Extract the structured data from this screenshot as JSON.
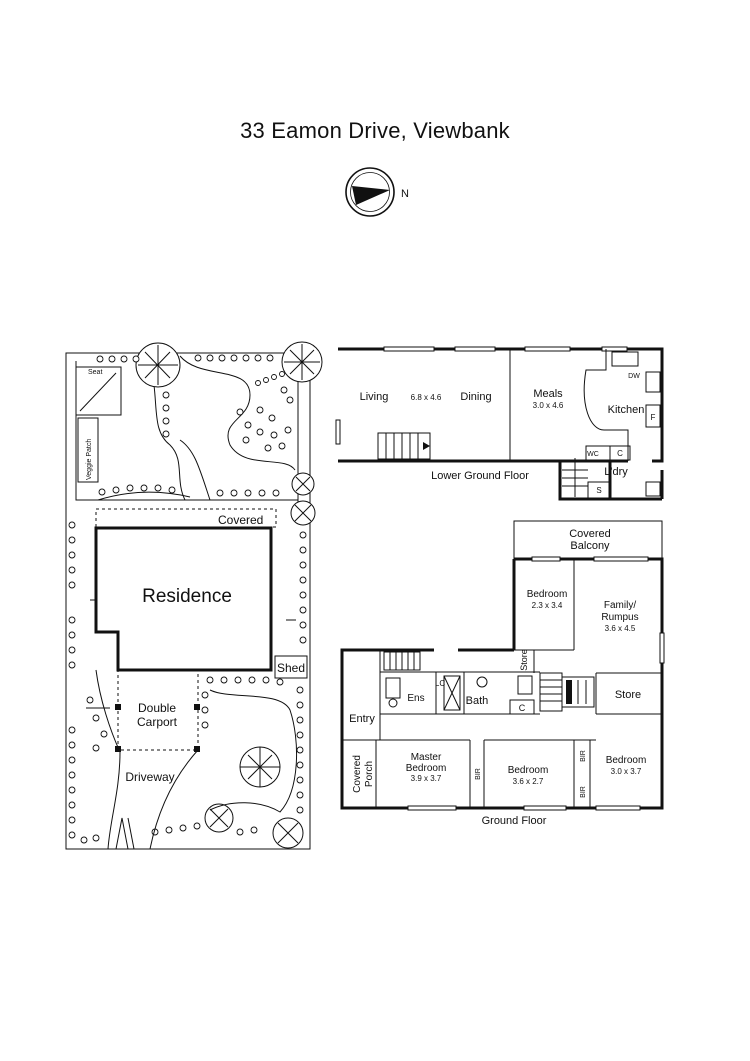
{
  "title": "33 Eamon Drive, Viewbank",
  "compass": {
    "north_label": "N"
  },
  "site_plan": {
    "seat": "Seat",
    "veggie_patch": "Veggie Patch",
    "covered": "Covered",
    "residence": "Residence",
    "shed": "Shed",
    "carport_line1": "Double",
    "carport_line2": "Carport",
    "driveway": "Driveway"
  },
  "lower_ground": {
    "floor_label": "Lower Ground Floor",
    "living": "Living",
    "living_dining_size": "6.8 x 4.6",
    "dining": "Dining",
    "meals": "Meals",
    "meals_size": "3.0 x 4.6",
    "kitchen": "Kitchen",
    "dw": "DW",
    "f": "F",
    "wc": "WC",
    "c": "C",
    "laundry": "L'dry",
    "s": "S"
  },
  "ground": {
    "floor_label": "Ground Floor",
    "covered_balcony_line1": "Covered",
    "covered_balcony_line2": "Balcony",
    "bedroom_top": "Bedroom",
    "bedroom_top_size": "2.3 x 3.4",
    "family_line1": "Family/",
    "family_line2": "Rumpus",
    "family_size": "3.6 x 4.5",
    "store_small": "Store",
    "store_right": "Store",
    "ens": "Ens",
    "lc": "LC",
    "bath": "Bath",
    "c": "C",
    "entry": "Entry",
    "covered_porch_line1": "Covered",
    "covered_porch_line2": "Porch",
    "master_line1": "Master",
    "master_line2": "Bedroom",
    "master_size": "3.9 x 3.7",
    "bir": "BIR",
    "bedroom_mid": "Bedroom",
    "bedroom_mid_size": "3.6 x 2.7",
    "bedroom_right": "Bedroom",
    "bedroom_right_size": "3.0 x 3.7"
  }
}
